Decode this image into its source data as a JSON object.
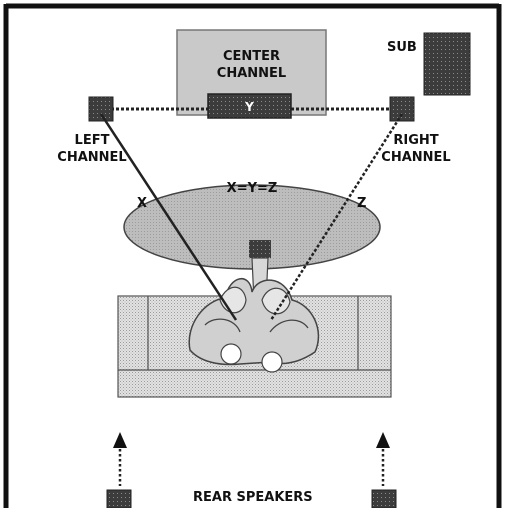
{
  "labels": {
    "center_line1": "CENTER",
    "center_line2": "CHANNEL",
    "y": "Y",
    "sub": "SUB",
    "left_line1": "LEFT",
    "left_line2": "CHANNEL",
    "right_line1": "RIGHT",
    "right_line2": "CHANNEL",
    "x": "X",
    "z": "Z",
    "equation": "X=Y=Z",
    "rear": "REAR SPEAKERS"
  },
  "colors": {
    "frame": "#111111",
    "center_panel": "#c9c9c9",
    "speaker": "#3a3a3a",
    "ellipse": "#b9b9b9",
    "sofa": "#d6d6d6"
  }
}
